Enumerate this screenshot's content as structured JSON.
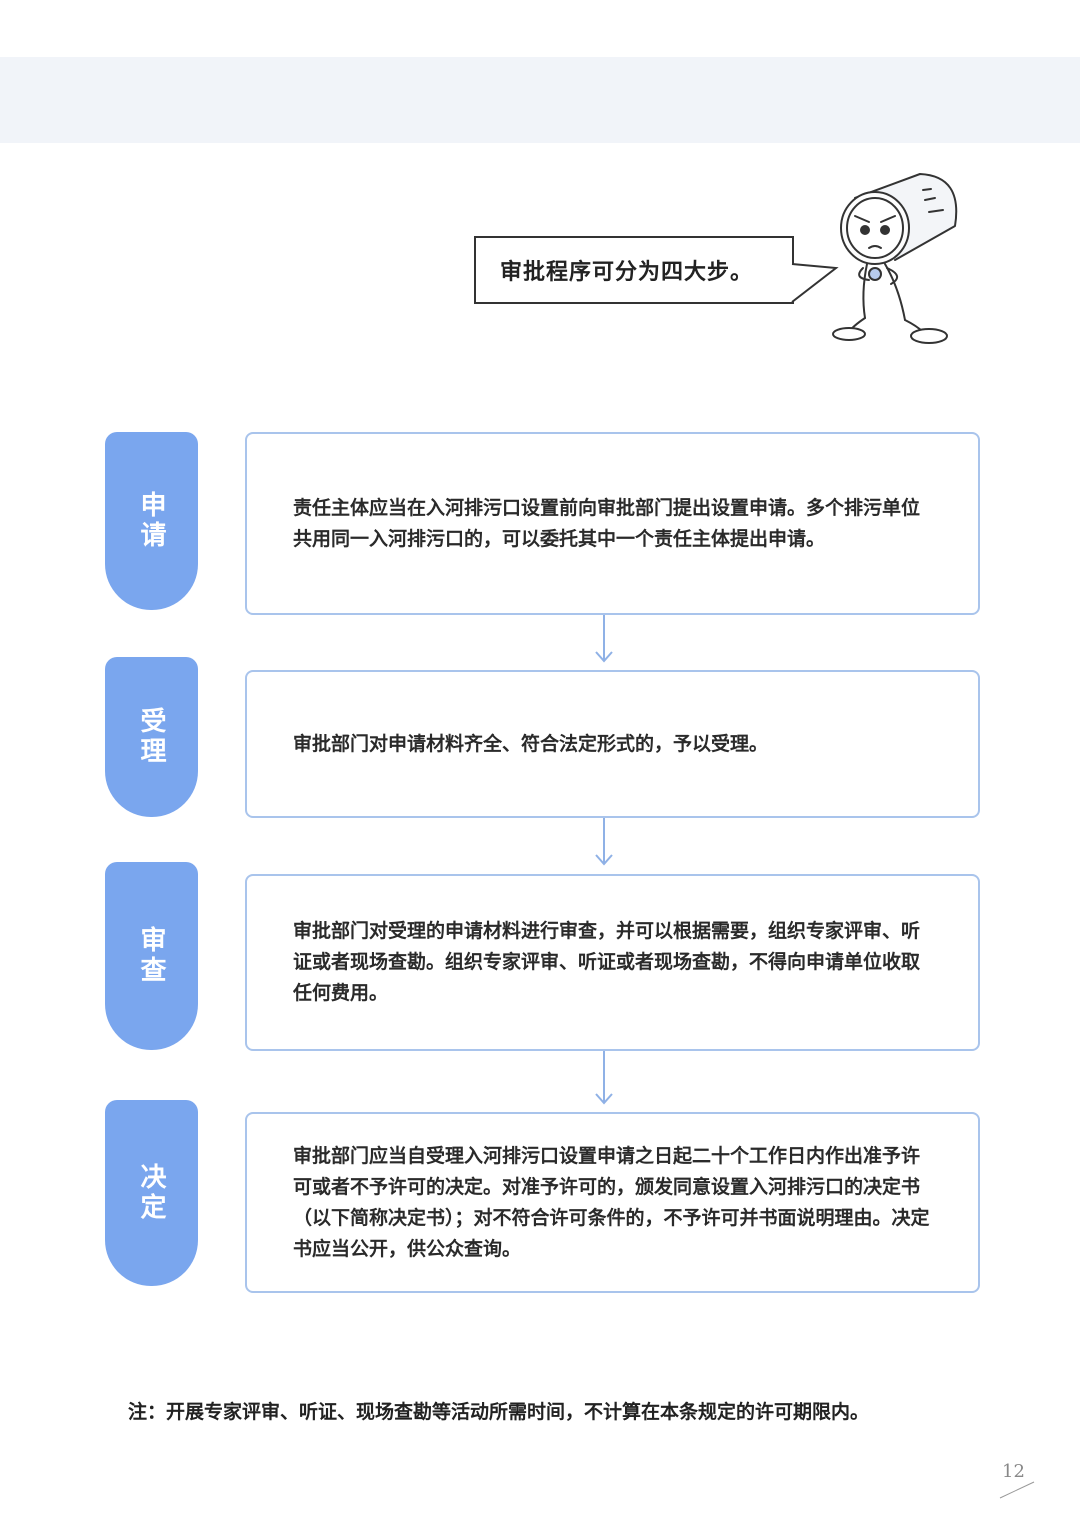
{
  "intro": {
    "speech": "审批程序可分为四大步。"
  },
  "steps": [
    {
      "label": "申请",
      "text": "责任主体应当在入河排污口设置前向审批部门提出设置申请。多个排污单位共用同一入河排污口的，可以委托其中一个责任主体提出申请。"
    },
    {
      "label": "受理",
      "text": "审批部门对申请材料齐全、符合法定形式的，予以受理。"
    },
    {
      "label": "审查",
      "text": "审批部门对受理的申请材料进行审查，并可以根据需要，组织专家评审、听证或者现场查勘。组织专家评审、听证或者现场查勘，不得向申请单位收取任何费用。"
    },
    {
      "label": "决定",
      "text": "审批部门应当自受理入河排污口设置申请之日起二十个工作日内作出准予许可或者不予许可的决定。对准予许可的，颁发同意设置入河排污口的决定书（以下简称决定书）；对不符合许可条件的，不予许可并书面说明理由。决定书应当公开，供公众查询。"
    }
  ],
  "note": "注：开展专家评审、听证、现场查勘等活动所需时间，不计算在本条规定的许可期限内。",
  "page_number": "12",
  "colors": {
    "tab": "#7aa6ee",
    "box_border": "#a9c4ec",
    "band": "#f1f4f9"
  }
}
